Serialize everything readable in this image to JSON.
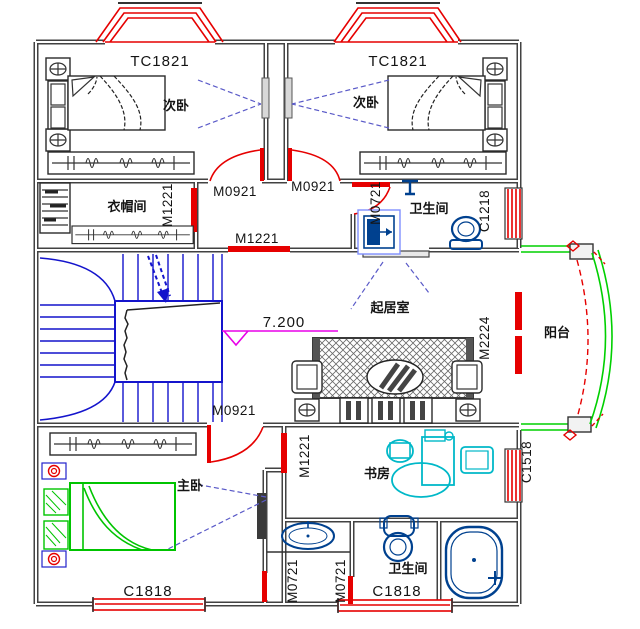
{
  "plan": {
    "rooms": {
      "bedroom_left": "次卧",
      "bedroom_right": "次卧",
      "cloakroom": "衣帽间",
      "bathroom_mid": "卫生间",
      "living_room": "起居室",
      "balcony": "阳台",
      "master_bedroom": "主卧",
      "study": "书房",
      "bathroom_bottom": "卫生间"
    },
    "doors": {
      "m0921_top_left": "M0921",
      "m0921_top_right": "M0921",
      "m1221_hall": "M1221",
      "m1221_cloakroom": "M1221",
      "m0721_bath_mid": "M0721",
      "m2224_balcony": "M2224",
      "m0921_master": "M0921",
      "m1221_study": "M1221",
      "m0721_bottom_left": "M0721",
      "m0721_bottom_right": "M0721"
    },
    "windows": {
      "tc1821_left": "TC1821",
      "tc1821_right": "TC1821",
      "c1218": "C1218",
      "c1518": "C1518",
      "c1818_left": "C1818",
      "c1818_right": "C1818"
    },
    "elevation_label": "7.200",
    "colors": {
      "wall": "#424242",
      "door_red": "#e60000",
      "stair_blue": "#1414cc",
      "fixture_navy": "#00418f",
      "furniture_cyan": "#00b8c8",
      "bed_green": "#00c400",
      "balcony_green": "#00d000",
      "elevation_magenta": "#e800e8",
      "sightline_violet": "#5a5ac8"
    }
  }
}
